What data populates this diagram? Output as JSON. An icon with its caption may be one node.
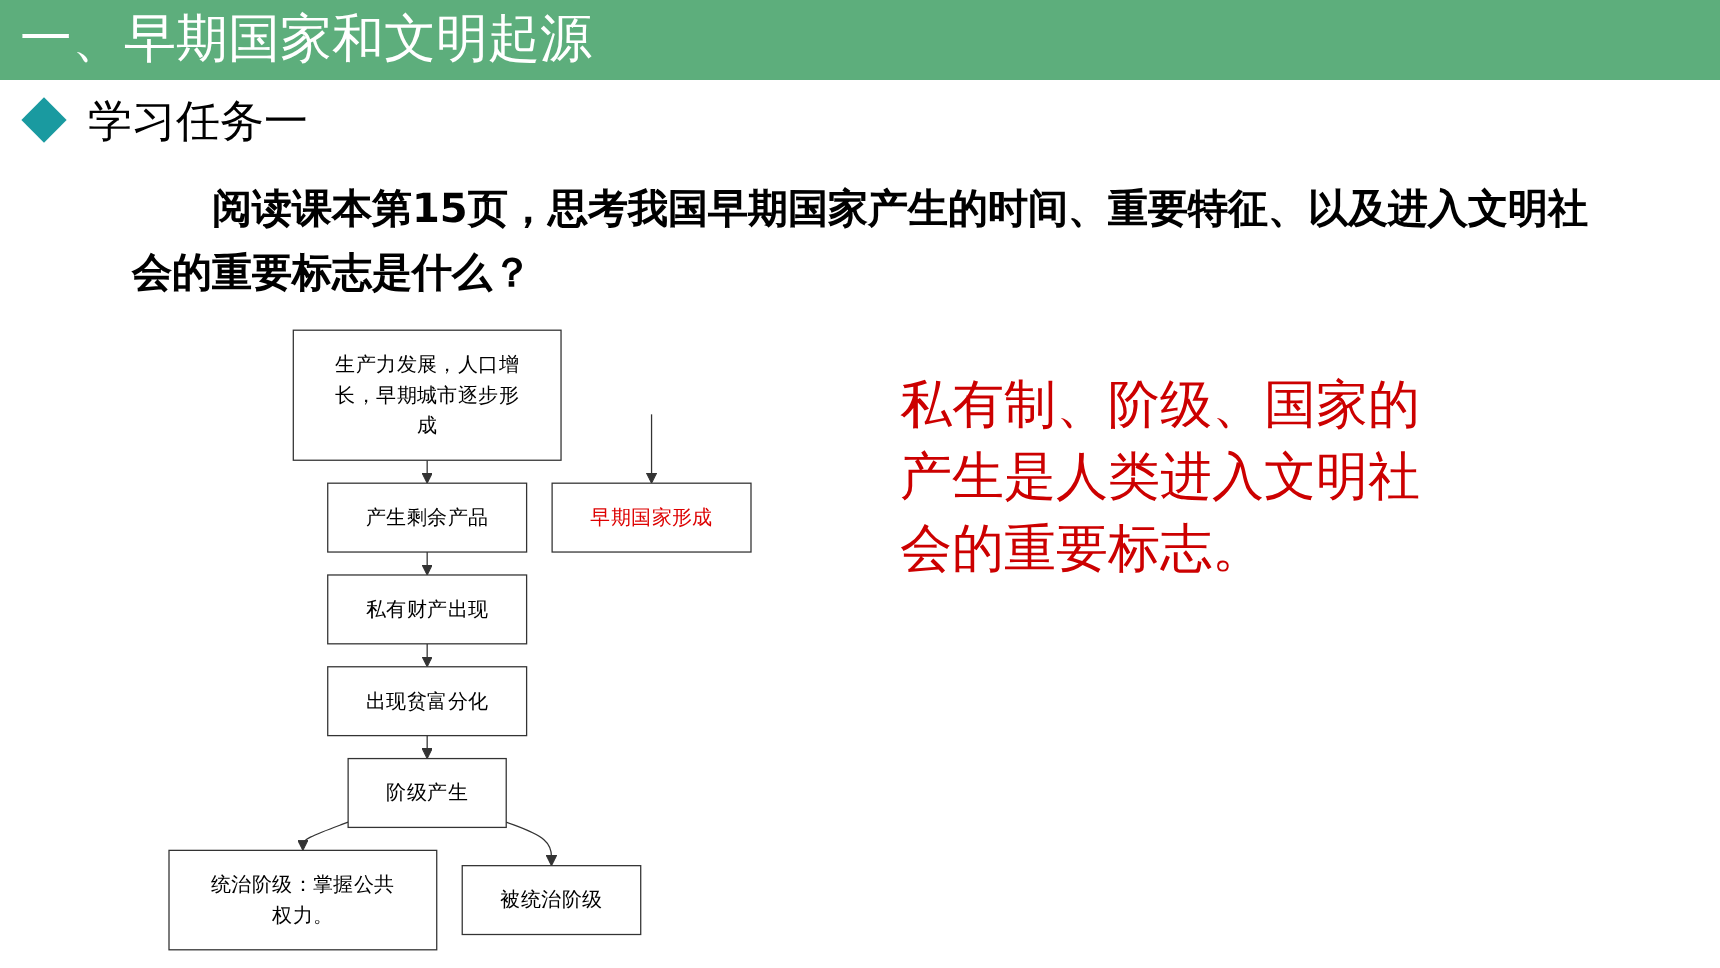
{
  "diagram": {
    "title": "一、早期国家和文明起源",
    "nodes": [
      {
        "text": [
          "生产力发展，人口增长，早期城市逐步形成"
        ]
      },
      {
        "text": [
          "产生剩余产品"
        ]
      },
      {
        "text": [
          "私有财产出现"
        ]
      },
      {
        "text": [
          "出现贫富分化"
        ]
      },
      {
        "text": [
          "阶级产生"
        ]
      },
      {
        "text": [
          "统治阶级：掌握公共权力。"
        ]
      },
      {
        "text": [
          "被统治阶级"
        ]
      },
      {
        "text": [
          "早期国家形成"
        ]
      }
    ],
    "edges": [
      {
        "from": 0,
        "to": 1,
        "arrow": "to"
      },
      {
        "from": 1,
        "to": 2,
        "arrow": "to"
      },
      {
        "from": 2,
        "to": 3,
        "arrow": "to"
      },
      {
        "from": 3,
        "to": 4,
        "arrow": "to"
      },
      {
        "from": 4,
        "to": 5,
        "arrow": "to"
      },
      {
        "from": 4,
        "to": 6,
        "arrow": "to"
      },
      {
        "from": null,
        "to": 7,
        "arrow": "to"
      }
    ],
    "labels": [
      "学习任务一",
      "阅读课本第15页，思考我国早期国家产生的时间、重要特征、以及进入文明社会的重要标志是什么？",
      "私有制、阶级、国家的产生是人类进入文明社会的重要标志。"
    ]
  }
}
